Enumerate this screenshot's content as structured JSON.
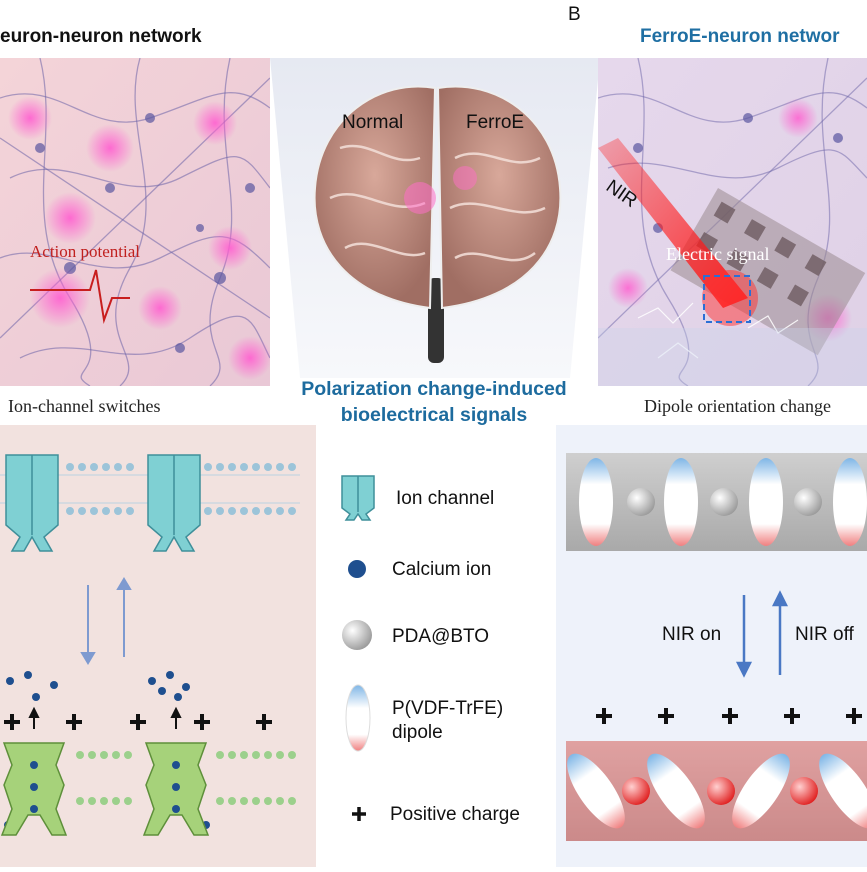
{
  "panel_b_label": "B",
  "left_panel": {
    "title": "euron-neuron network",
    "image_label": "Action potential",
    "caption": "Ion-channel switches"
  },
  "right_panel": {
    "title": "FerroE-neuron networ",
    "laser_label": "NIR",
    "signal_label": "Electric signal",
    "caption": "Dipole orientation change",
    "nir_on_label": "NIR on",
    "nir_off_label": "NIR off"
  },
  "brain": {
    "normal_label": "Normal",
    "ferroe_label": "FerroE"
  },
  "center_caption": {
    "line1": "Polarization change-induced",
    "line2": "bioelectrical signals"
  },
  "legend": [
    {
      "icon": "ion-channel-icon",
      "label": "Ion channel"
    },
    {
      "icon": "calcium-ion-icon",
      "label": "Calcium ion"
    },
    {
      "icon": "pda-bto-icon",
      "label": "PDA@BTO"
    },
    {
      "icon": "dipole-icon",
      "label": "P(VDF-TrFE)",
      "label2": "dipole"
    },
    {
      "icon": "plus-icon",
      "label": "Positive charge"
    }
  ],
  "colors": {
    "title_blue": "#1f6fa3",
    "caption_blue": "#1d6b9e",
    "channel_teal": "#7fd0d3",
    "channel_green": "#a6d27a",
    "calcium_blue": "#1f4f8f",
    "panel_pink": "#f2e2df",
    "panel_blue": "#eef2fa"
  }
}
